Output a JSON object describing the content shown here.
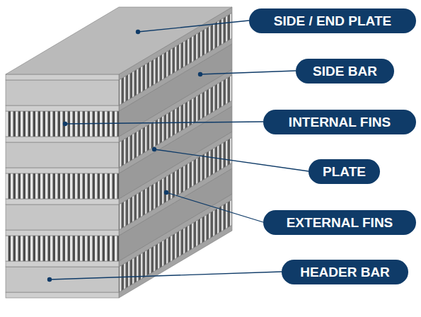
{
  "diagram": {
    "nodes": [
      {
        "text": [
          "SIDE / END PLATE"
        ]
      },
      {
        "text": [
          "SIDE BAR"
        ]
      },
      {
        "text": [
          "INTERNAL FINS"
        ]
      },
      {
        "text": [
          "PLATE"
        ]
      },
      {
        "text": [
          "EXTERNAL FINS"
        ]
      },
      {
        "text": [
          "HEADER BAR"
        ]
      }
    ]
  }
}
